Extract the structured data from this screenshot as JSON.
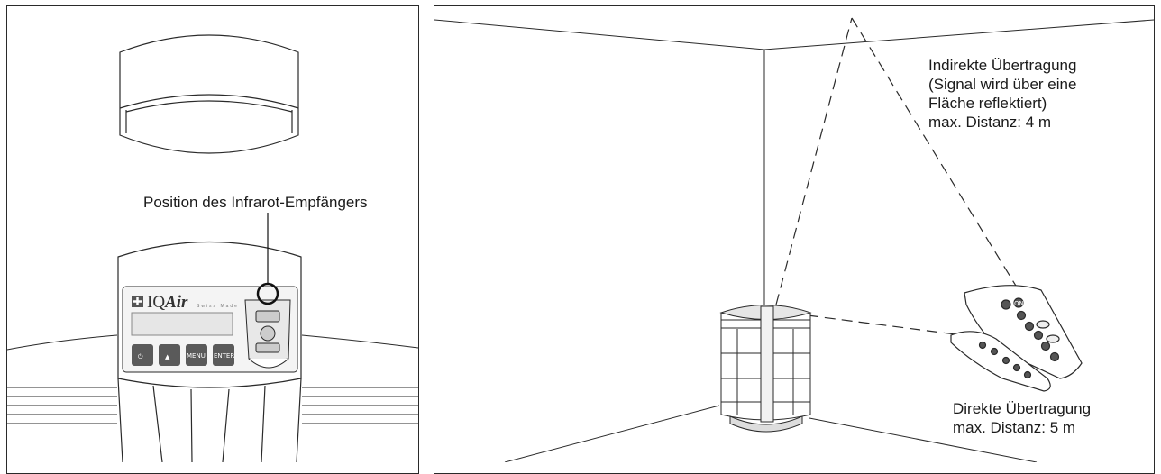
{
  "left_panel": {
    "label_ir_receiver": "Position des Infrarot-Empfängers",
    "device": {
      "brand": "IQAir",
      "brand_prefix": "IQ",
      "brand_suffix": "Air",
      "brand_sub": "Swiss Made",
      "buttons": {
        "power": "⏻",
        "up": "▲",
        "menu": "MENU",
        "enter": "ENTER"
      }
    }
  },
  "right_panel": {
    "indirect_label": {
      "line1": "Indirekte Übertragung",
      "line2": "(Signal wird über eine",
      "line3": "Fläche reflektiert)",
      "line4": "max. Distanz: 4 m"
    },
    "direct_label": {
      "line1": "Direkte Übertragung",
      "line2": "max. Distanz: 5 m"
    },
    "remote_on_button": "ON"
  },
  "colors": {
    "line": "#2a2a2a",
    "device_dark": "#555555",
    "panel_fill": "#f4f4f4"
  }
}
